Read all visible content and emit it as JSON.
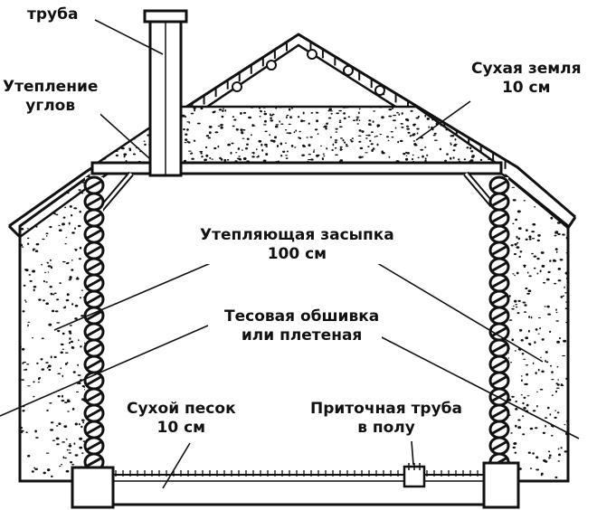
{
  "diagram": {
    "labels": {
      "pipe": "труба",
      "corner_insulation": [
        "Утепление",
        "углов"
      ],
      "dry_earth": [
        "Сухая земля",
        "10 см"
      ],
      "insulating_fill": [
        "Утепляющая засыпка",
        "100 см"
      ],
      "plank_lining": [
        "Тесовая обшивка",
        "или плетеная"
      ],
      "dry_sand": [
        "Сухой песок",
        "10 см"
      ],
      "supply_pipe": [
        "Приточная труба",
        "в полу"
      ]
    },
    "colors": {
      "ink": "#111111",
      "paper": "#ffffff"
    }
  }
}
